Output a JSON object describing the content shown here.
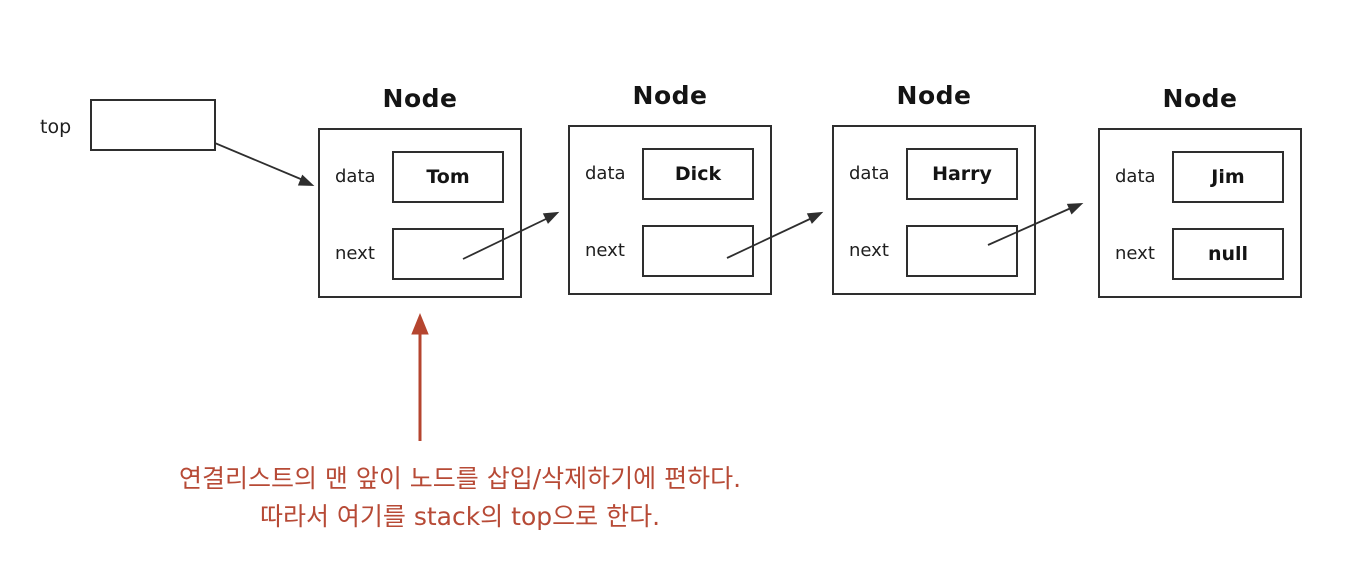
{
  "diagram": {
    "pointer": {
      "label": "top"
    },
    "nodes": [
      {
        "title": "Node",
        "data_label": "data",
        "data_value": "Tom",
        "next_label": "next",
        "next_value": ""
      },
      {
        "title": "Node",
        "data_label": "data",
        "data_value": "Dick",
        "next_label": "next",
        "next_value": ""
      },
      {
        "title": "Node",
        "data_label": "data",
        "data_value": "Harry",
        "next_label": "next",
        "next_value": ""
      },
      {
        "title": "Node",
        "data_label": "data",
        "data_value": "Jim",
        "next_label": "next",
        "next_value": "null"
      }
    ],
    "annotation": {
      "line1": "연결리스트의 맨 앞이 노드를 삽입/삭제하기에 편하다.",
      "line2": "따라서 여기를 stack의 top으로 한다."
    },
    "colors": {
      "stroke": "#2e2e2e",
      "accent_red": "#b74a36",
      "background": "#ffffff"
    }
  }
}
